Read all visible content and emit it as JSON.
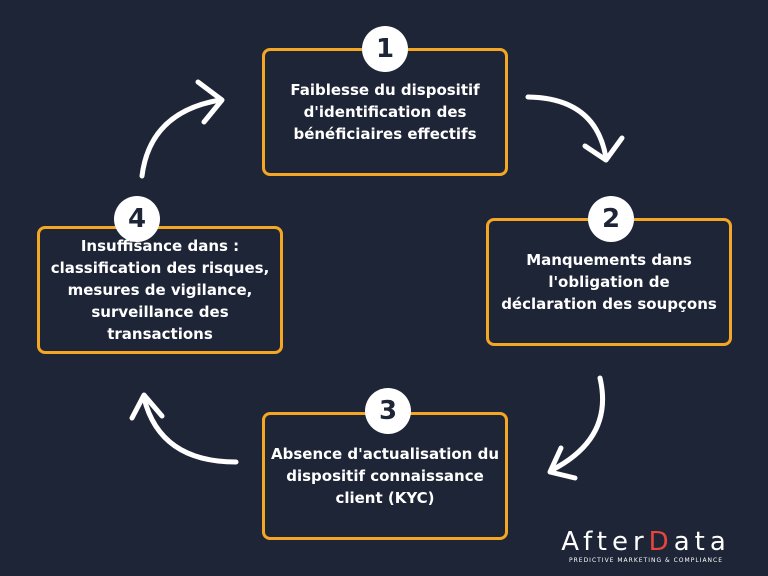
{
  "steps": [
    {
      "number": "1",
      "text": "Faiblesse du dispositif\nd'identification des\nbénéficiaires effectifs"
    },
    {
      "number": "2",
      "text": "Manquements dans\nl'obligation de\ndéclaration des soupçons"
    },
    {
      "number": "3",
      "text": "Absence d'actualisation du\ndispositif connaissance\nclient (KYC)"
    },
    {
      "number": "4",
      "text": "Insuffisance dans :\nclassification des risques,\nmesures de vigilance,\nsurveillance des transactions"
    }
  ],
  "logo": {
    "name_before": "After",
    "name_accent": "D",
    "name_after": "ata",
    "tagline": "PREDICTIVE MARKETING & COMPLIANCE"
  },
  "colors": {
    "background": "#1e2537",
    "box_border": "#f5a623",
    "text": "#ffffff",
    "logo_accent": "#e8453c"
  }
}
